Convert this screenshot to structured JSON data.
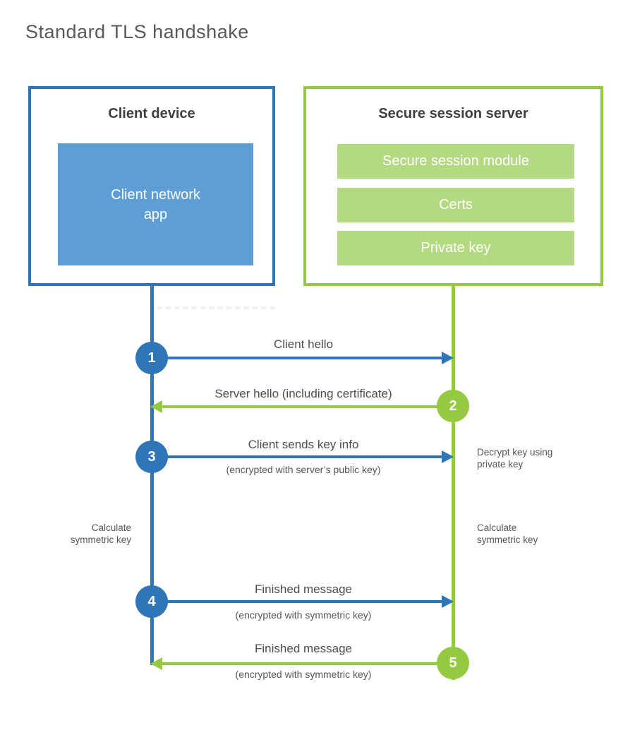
{
  "title": "Standard TLS handshake",
  "client": {
    "title": "Client device",
    "app_label": "Client network\napp"
  },
  "server": {
    "title": "Secure session server",
    "modules": [
      "Secure session module",
      "Certs",
      "Private key"
    ]
  },
  "steps": [
    {
      "num": "1",
      "label": "Client hello",
      "sub": "",
      "direction": "client-to-server"
    },
    {
      "num": "2",
      "label": "Server hello (including certificate)",
      "sub": "",
      "direction": "server-to-client"
    },
    {
      "num": "3",
      "label": "Client sends key info",
      "sub": "(encrypted with server’s public key)",
      "direction": "client-to-server"
    },
    {
      "num": "4",
      "label": "Finished message",
      "sub": "(encrypted with symmetric key)",
      "direction": "client-to-server"
    },
    {
      "num": "5",
      "label": "Finished message",
      "sub": "(encrypted with symmetric key)",
      "direction": "server-to-client"
    }
  ],
  "notes": {
    "decrypt": "Decrypt key using\nprivate key",
    "calc_left": "Calculate\nsymmetric key",
    "calc_right": "Calculate\nsymmetric key"
  },
  "colors": {
    "client_blue": "#2f76b8",
    "client_fill": "#5e9ed6",
    "server_green": "#95c93f",
    "server_fill": "#b3d981"
  }
}
